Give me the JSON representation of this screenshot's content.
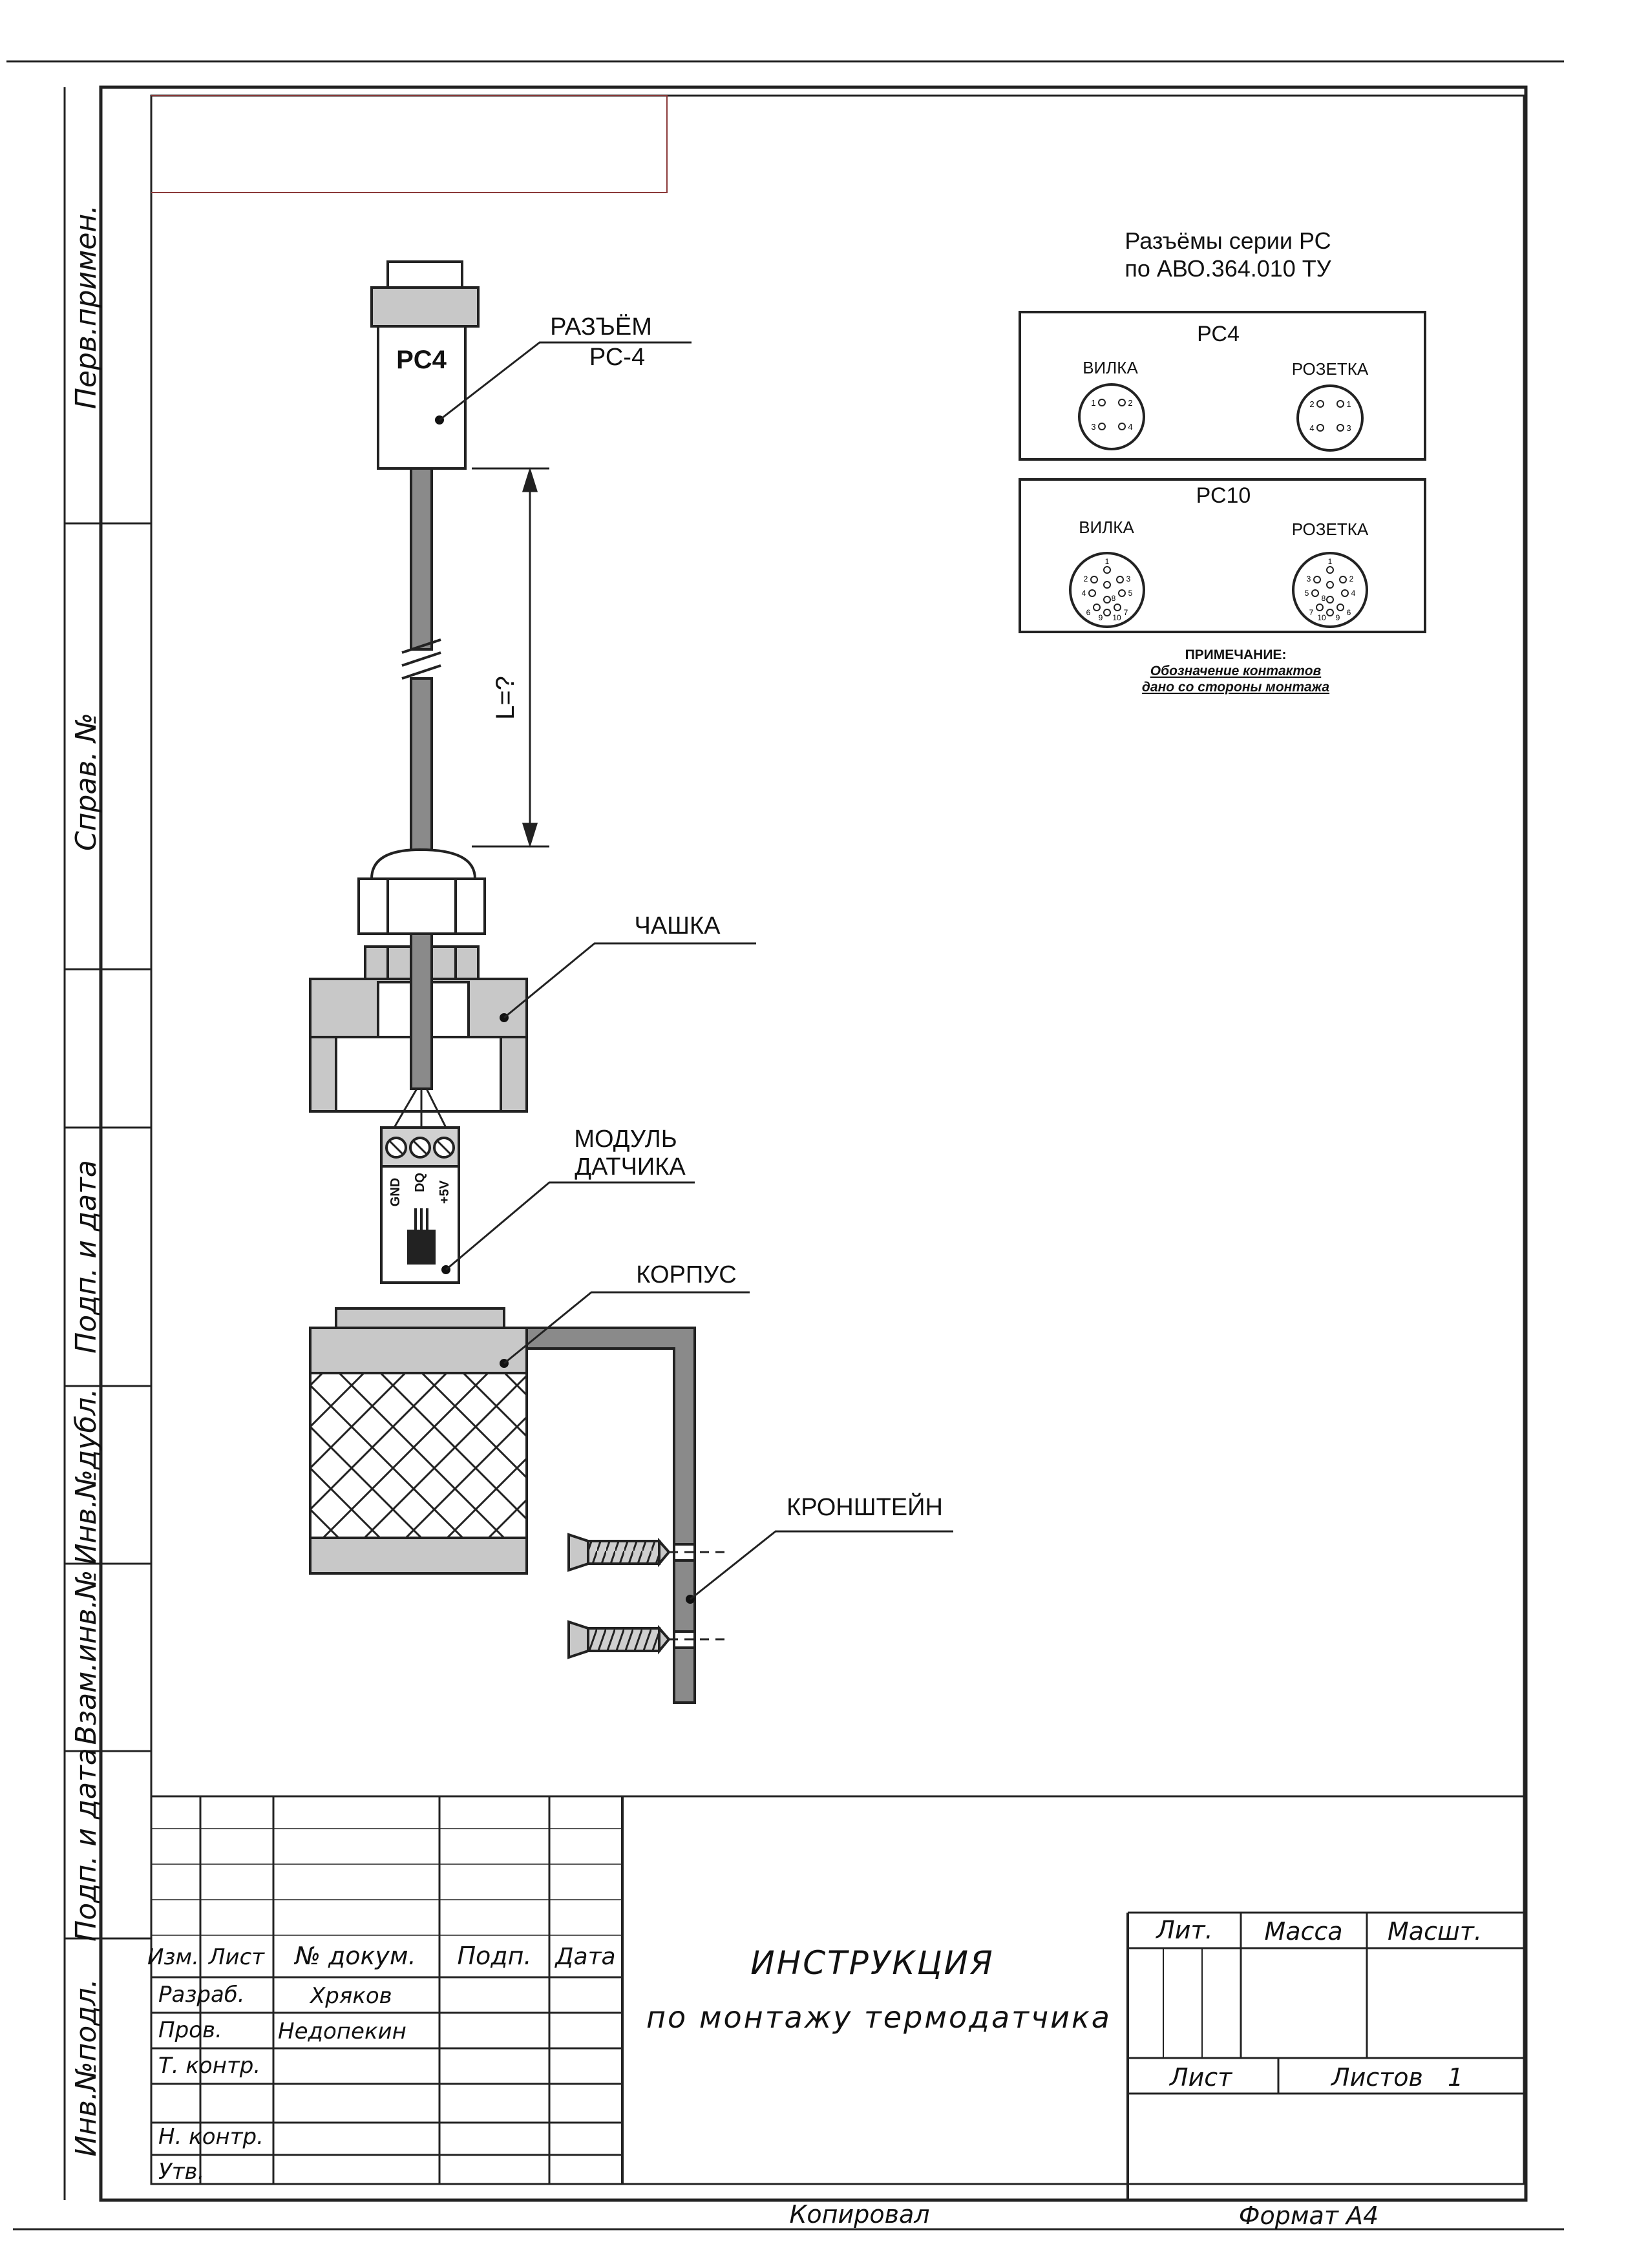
{
  "side_labels": {
    "perv_primen": "Перв.примен.",
    "sprav_no": "Справ. №",
    "podp_data_top": "Подп. и дата",
    "inv_dubl": "Инв.№дубл.",
    "vzam_inv": "Взам.инв.№",
    "podp_data_bottom": "Подп. и дата",
    "inv_podl": "Инв.№подл."
  },
  "connector_table": {
    "title_line1": "Разъёмы серии РС",
    "title_line2": "по АВО.364.010 ТУ",
    "pc4": {
      "title": "РС4",
      "plug_label": "ВИЛКА",
      "socket_label": "РОЗЕТКА",
      "plug_pins": [
        "1",
        "2",
        "3",
        "4"
      ],
      "socket_pins": [
        "2",
        "1",
        "4",
        "3"
      ]
    },
    "pc10": {
      "title": "РС10",
      "plug_label": "ВИЛКА",
      "socket_label": "РОЗЕТКА",
      "plug_pins": [
        "1",
        "2",
        "3",
        "4",
        "5",
        "6",
        "7",
        "8",
        "9",
        "10"
      ],
      "socket_pins": [
        "1",
        "2",
        "3",
        "4",
        "5",
        "6",
        "7",
        "8",
        "9",
        "10"
      ]
    },
    "note_title": "ПРИМЕЧАНИЕ:",
    "note_line1": "Обозначение контактов",
    "note_line2": "дано со стороны монтажа"
  },
  "drawing": {
    "connector_mark": "PC4",
    "connector_callout_1": "РАЗЪЁМ",
    "connector_callout_2": "РС-4",
    "length_label": "L=?",
    "cup_label": "ЧАШКА",
    "module_label_1": "МОДУЛЬ",
    "module_label_2": "ДАТЧИКА",
    "pin_gnd": "GND",
    "pin_dq": "DQ",
    "pin_5v": "+5V",
    "housing_label": "КОРПУС",
    "bracket_label": "КРОНШТЕЙН"
  },
  "title_block": {
    "col_izm": "Изм.",
    "col_list": "Лист",
    "col_doc": "№ докум.",
    "col_podp": "Подп.",
    "col_data": "Дата",
    "row_razrab": "Разраб.",
    "razrab_name": "Хряков",
    "row_prov": "Пров.",
    "prov_name": "Недопекин",
    "row_tkontr": "Т. контр.",
    "row_nkontr": "Н. контр.",
    "row_utv": "Утв.",
    "doc_title_1": "ИНСТРУКЦИЯ",
    "doc_title_2": "по монтажу термодатчика",
    "lit": "Лит.",
    "massa": "Масса",
    "masshtab": "Масшт.",
    "sheet": "Лист",
    "sheets": "Листов",
    "sheets_count": "1"
  },
  "footer": {
    "copied": "Копировал",
    "format": "Формат А4"
  }
}
